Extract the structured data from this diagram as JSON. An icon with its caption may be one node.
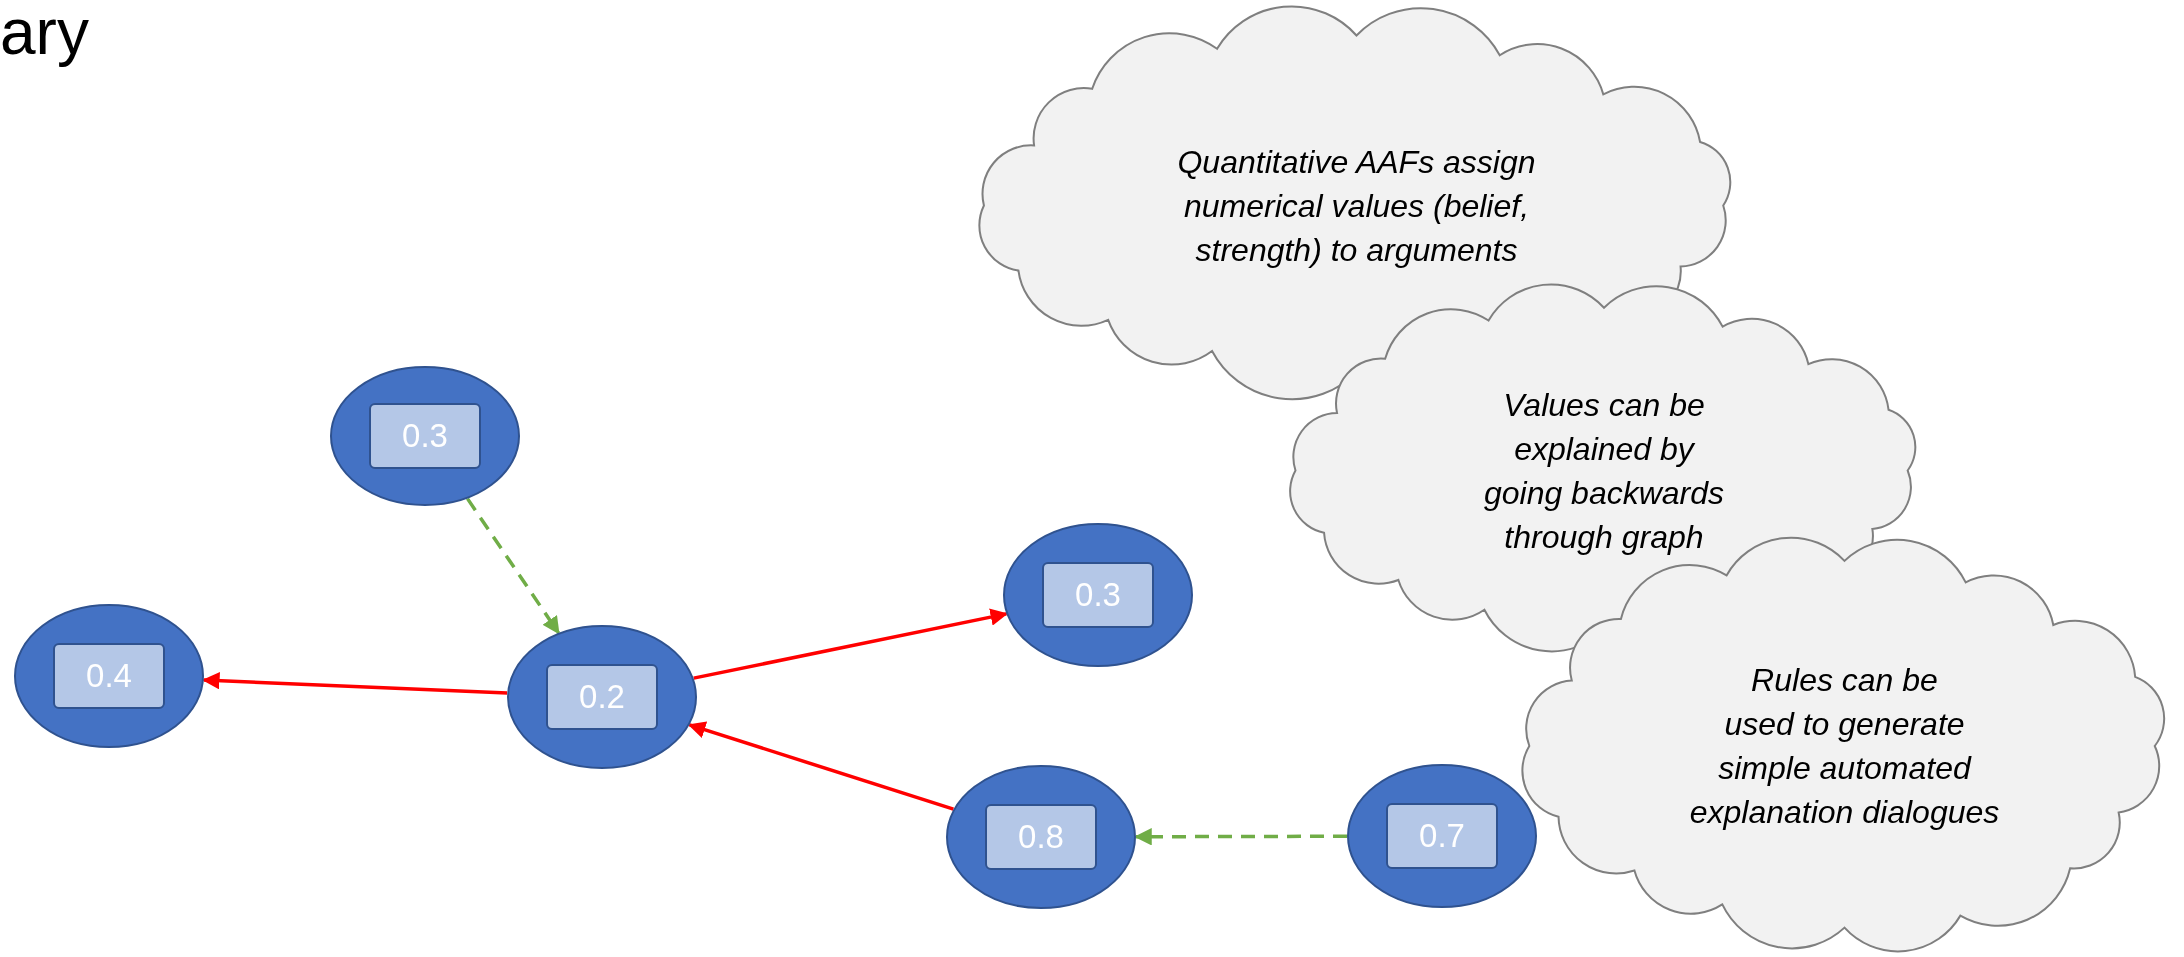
{
  "diagram": {
    "nodes": [
      {
        "text": [
          "Quantitative AAFs assign numerical values (belief, strength) to arguments"
        ]
      },
      {
        "text": [
          "Values can be explained by going backwards through graph"
        ]
      },
      {
        "text": [
          "0.3"
        ]
      },
      {
        "text": [
          "0.4"
        ]
      },
      {
        "text": [
          "0.2"
        ]
      },
      {
        "text": [
          "0.3"
        ]
      },
      {
        "text": [
          "Rules can be used to generate simple automated explanation dialogues"
        ]
      },
      {
        "text": [
          "0.8"
        ]
      },
      {
        "text": [
          "0.7"
        ]
      }
    ],
    "edges": [
      {
        "from": 2,
        "to": 4,
        "arrow": "to",
        "style": "dashed",
        "color": "#70ad47"
      },
      {
        "from": 4,
        "to": 3,
        "arrow": "to"
      },
      {
        "from": 4,
        "to": 5,
        "arrow": "to"
      },
      {
        "from": 7,
        "to": 4,
        "arrow": "to"
      },
      {
        "from": 8,
        "to": 7,
        "arrow": "to",
        "style": "dashed",
        "color": "#70ad47"
      }
    ],
    "labels": [
      "ary"
    ]
  }
}
